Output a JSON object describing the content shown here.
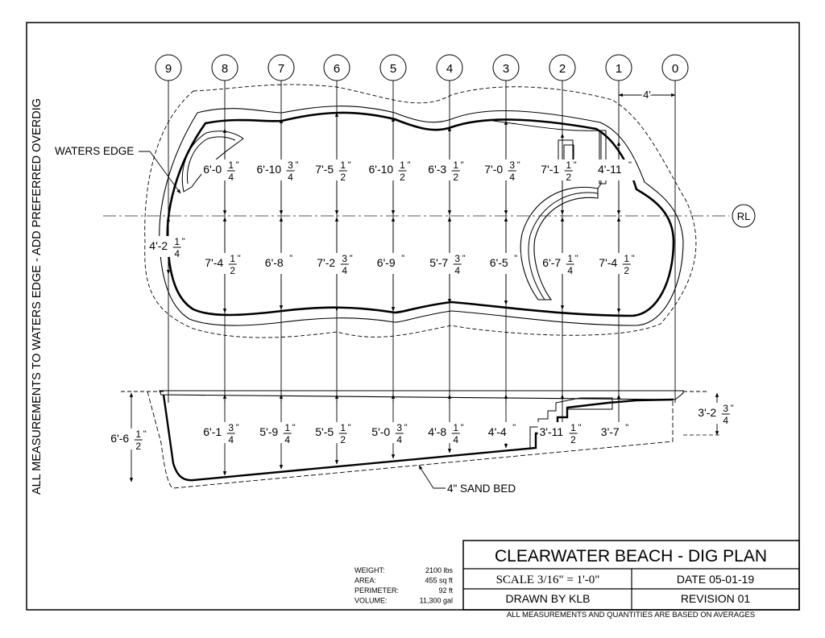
{
  "axis_labels": [
    "9",
    "8",
    "7",
    "6",
    "5",
    "4",
    "3",
    "2",
    "1",
    "0"
  ],
  "centerline_label": "RL",
  "side_note": "ALL MEASUREMENTS TO WATERS EDGE - ADD PREFERRED OVERDIG",
  "waters_edge_label": "WATERS EDGE",
  "sand_bed_label": "4\" SAND BED",
  "end_offset_label": "4'",
  "upper_widths": [
    {
      "w": "6'-0",
      "n": "1",
      "d": "4"
    },
    {
      "w": "6'-10",
      "n": "3",
      "d": "4"
    },
    {
      "w": "7'-5",
      "n": "1",
      "d": "2"
    },
    {
      "w": "6'-10",
      "n": "1",
      "d": "2"
    },
    {
      "w": "6'-3",
      "n": "1",
      "d": "2"
    },
    {
      "w": "7'-0",
      "n": "3",
      "d": "4"
    },
    {
      "w": "7'-1",
      "n": "1",
      "d": "2"
    },
    {
      "w": "4'-11",
      "n": "",
      "d": ""
    }
  ],
  "lower_widths": [
    {
      "w": "4'-2",
      "n": "1",
      "d": "4"
    },
    {
      "w": "7'-4",
      "n": "1",
      "d": "2"
    },
    {
      "w": "6'-8",
      "n": "",
      "d": ""
    },
    {
      "w": "7'-2",
      "n": "3",
      "d": "4"
    },
    {
      "w": "6'-9",
      "n": "",
      "d": ""
    },
    {
      "w": "5'-7",
      "n": "3",
      "d": "4"
    },
    {
      "w": "6'-5",
      "n": "",
      "d": ""
    },
    {
      "w": "6'-7",
      "n": "1",
      "d": "4"
    },
    {
      "w": "7'-4",
      "n": "1",
      "d": "2"
    }
  ],
  "depths": [
    {
      "w": "6'-6",
      "n": "1",
      "d": "2"
    },
    {
      "w": "6'-1",
      "n": "3",
      "d": "4"
    },
    {
      "w": "5'-9",
      "n": "1",
      "d": "4"
    },
    {
      "w": "5'-5",
      "n": "1",
      "d": "2"
    },
    {
      "w": "5'-0",
      "n": "3",
      "d": "4"
    },
    {
      "w": "4'-8",
      "n": "1",
      "d": "4"
    },
    {
      "w": "4'-4",
      "n": "",
      "d": ""
    },
    {
      "w": "3'-11",
      "n": "1",
      "d": "2"
    },
    {
      "w": "3'-7",
      "n": "",
      "d": ""
    },
    {
      "w": "3'-2",
      "n": "3",
      "d": "4"
    }
  ],
  "specs": [
    {
      "label": "WEIGHT:",
      "value": "2100 lbs"
    },
    {
      "label": "AREA:",
      "value": "455 sq ft"
    },
    {
      "label": "PERIMETER:",
      "value": "92 ft"
    },
    {
      "label": "VOLUME:",
      "value": "11,300 gal"
    }
  ],
  "title_block": {
    "title": "CLEARWATER BEACH - DIG PLAN",
    "scale": "SCALE 3/16\" = 1'-0\"",
    "date": "DATE 05-01-19",
    "drawn_by": "DRAWN BY KLB",
    "revision": "REVISION 01",
    "footnote": "ALL MEASUREMENTS AND QUANTITIES ARE BASED ON AVERAGES"
  }
}
